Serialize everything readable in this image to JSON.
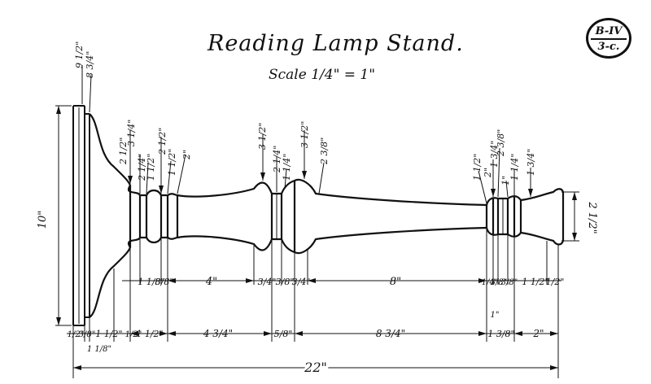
{
  "title": "Reading Lamp Stand.",
  "scale": "Scale 1/4\" = 1\"",
  "sheet_ref": {
    "top": "B-IV",
    "bottom": "3-c."
  },
  "colors": {
    "ink": "#111111",
    "paper": "#ffffff"
  },
  "dimensions": {
    "height": "10\"",
    "overall": "22\"",
    "right_end_dia": "2 1/2\"",
    "top_diameters": [
      "9 1/2\"",
      "8 3/4\"",
      "2 1/2\"",
      "3 1/4\"",
      "2 1/4\"",
      "1 1/2\"",
      "2 1/2\"",
      "1 1/2\"",
      "2\"",
      "3 1/2\"",
      "2 1/4\"",
      "1 1/4\"",
      "3 1/2\"",
      "2 3/8\"",
      "1 1/2\"",
      "2\"",
      "1 3/4\"",
      "2 3/8\"",
      "1\"",
      "1 1/4\"",
      "1 3/4\""
    ],
    "row1": [
      "1 1/8\"",
      "3/8\"",
      "4\"",
      "3/4\"",
      "3/8\"",
      "3/4\"",
      "8\"",
      "1/4\"",
      "3/8\"",
      "3/8\"",
      "1 1/2\"",
      "1/2\""
    ],
    "row2": [
      "1/2\"",
      "3/8\"",
      "1 1/2\"",
      "1 1/2\"",
      "4 3/4\"",
      "5/8\"",
      "8 3/4\"",
      "1 3/8\"",
      "2\""
    ],
    "small": [
      "1/2\"",
      "1\"",
      "1 1/8\""
    ]
  }
}
